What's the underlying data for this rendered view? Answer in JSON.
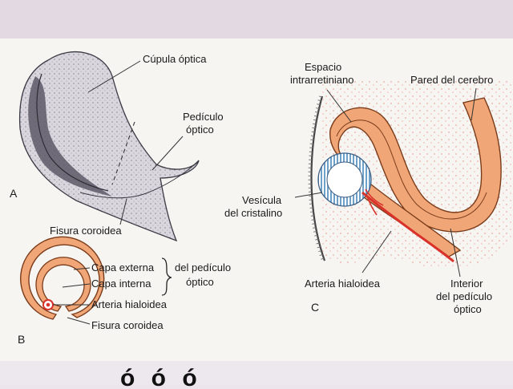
{
  "figure": {
    "panel_a": {
      "letter": "A",
      "label_cupula": "Cúpula óptica",
      "label_pediculo_1": "Pedículo",
      "label_pediculo_2": "óptico",
      "label_fisura": "Fisura coroidea"
    },
    "panel_b": {
      "letter": "B",
      "label_capa_externa": "Capa externa",
      "label_capa_interna": "Capa interna",
      "label_del_pediculo": "del pedículo",
      "label_optico": "óptico",
      "label_arteria": "Arteria hialoidea",
      "label_fisura": "Fisura coroidea"
    },
    "panel_c": {
      "letter": "C",
      "label_espacio_1": "Espacio",
      "label_espacio_2": "intrarretiniano",
      "label_pared": "Pared del cerebro",
      "label_vesicula_1": "Vesícula",
      "label_vesicula_2": "del cristalino",
      "label_arteria": "Arteria hialoidea",
      "label_interior_1": "Interior",
      "label_interior_2": "del pedículo",
      "label_interior_3": "óptico"
    },
    "colors": {
      "tissue_orange": "#f0a676",
      "tissue_outline": "#7a3b1a",
      "lens_blue": "#6fa0c8",
      "artery_red": "#d8322a",
      "stipple_pink": "#e9a9a0"
    }
  },
  "caption": {
    "text": "ó          ó   ó  "
  }
}
